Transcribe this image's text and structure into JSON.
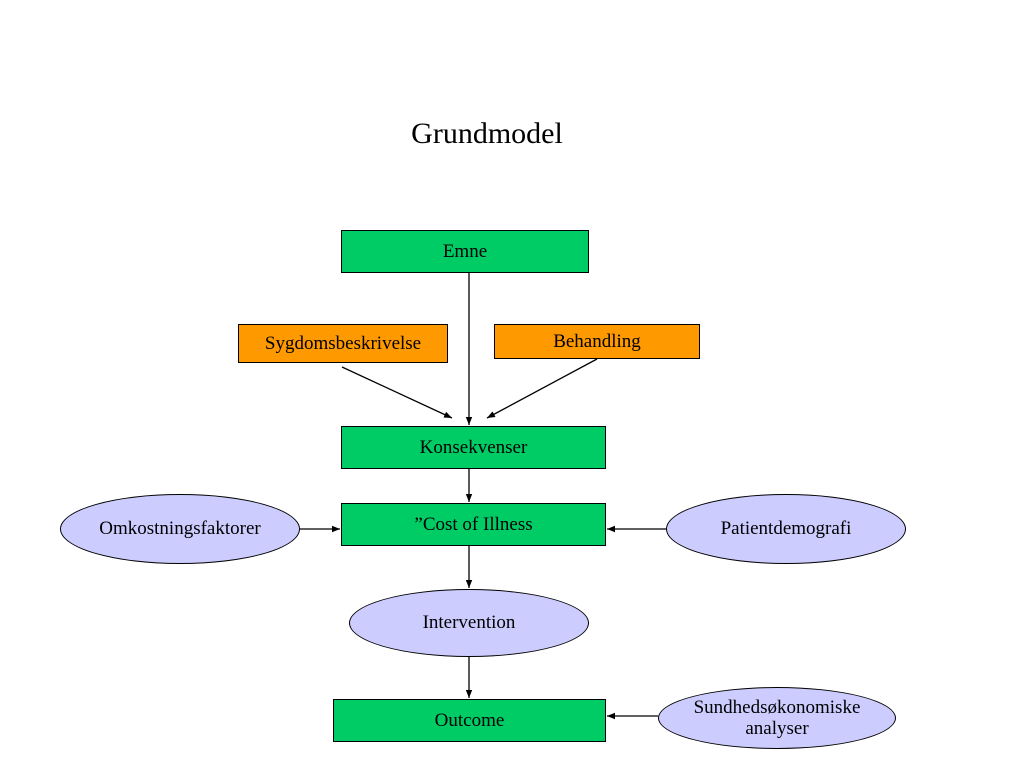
{
  "title": "Grundmodel",
  "colors": {
    "box_green": "#00cc66",
    "box_orange": "#ff9900",
    "ellipse_fill": "#ccccff"
  },
  "nodes": {
    "emne": "Emne",
    "sygdomsbeskrivelse": "Sygdomsbeskrivelse",
    "behandling": "Behandling",
    "konsekvenser": "Konsekvenser",
    "cost_of_illness": "”Cost of Illness",
    "omkostningsfaktorer": "Omkostningsfaktorer",
    "patientdemografi": "Patientdemografi",
    "intervention": "Intervention",
    "outcome": "Outcome",
    "sundhedsokonomiske_line1": "Sundhedsøkonomiske",
    "sundhedsokonomiske_line2": "analyser"
  }
}
